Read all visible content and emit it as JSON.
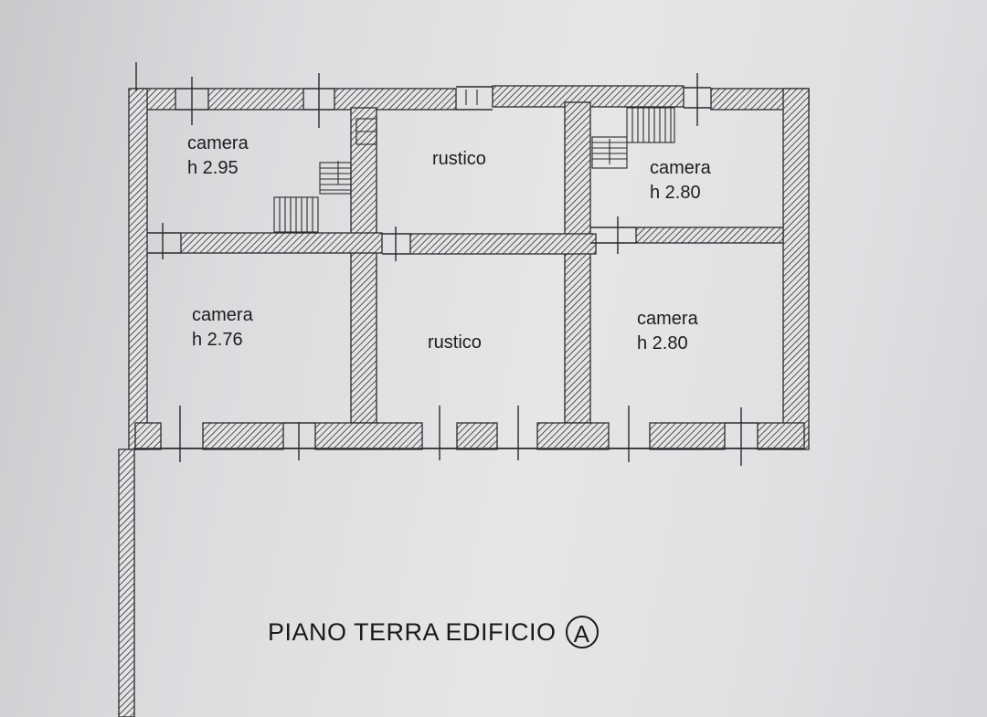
{
  "rooms": {
    "top_left": {
      "name": "camera",
      "height": "h 2.95"
    },
    "top_middle": {
      "name": "rustico"
    },
    "top_right": {
      "name": "camera",
      "height": "h 2.80"
    },
    "bottom_left": {
      "name": "camera",
      "height": "h 2.76"
    },
    "bottom_middle": {
      "name": "rustico"
    },
    "bottom_right": {
      "name": "camera",
      "height": "h 2.80"
    }
  },
  "caption": {
    "text": "PIANO TERRA EDIFICIO",
    "building_letter": "A"
  },
  "colors": {
    "wall_line": "#2a2a2d",
    "paper": "#e2e2e4",
    "text": "#1d1d1f"
  }
}
